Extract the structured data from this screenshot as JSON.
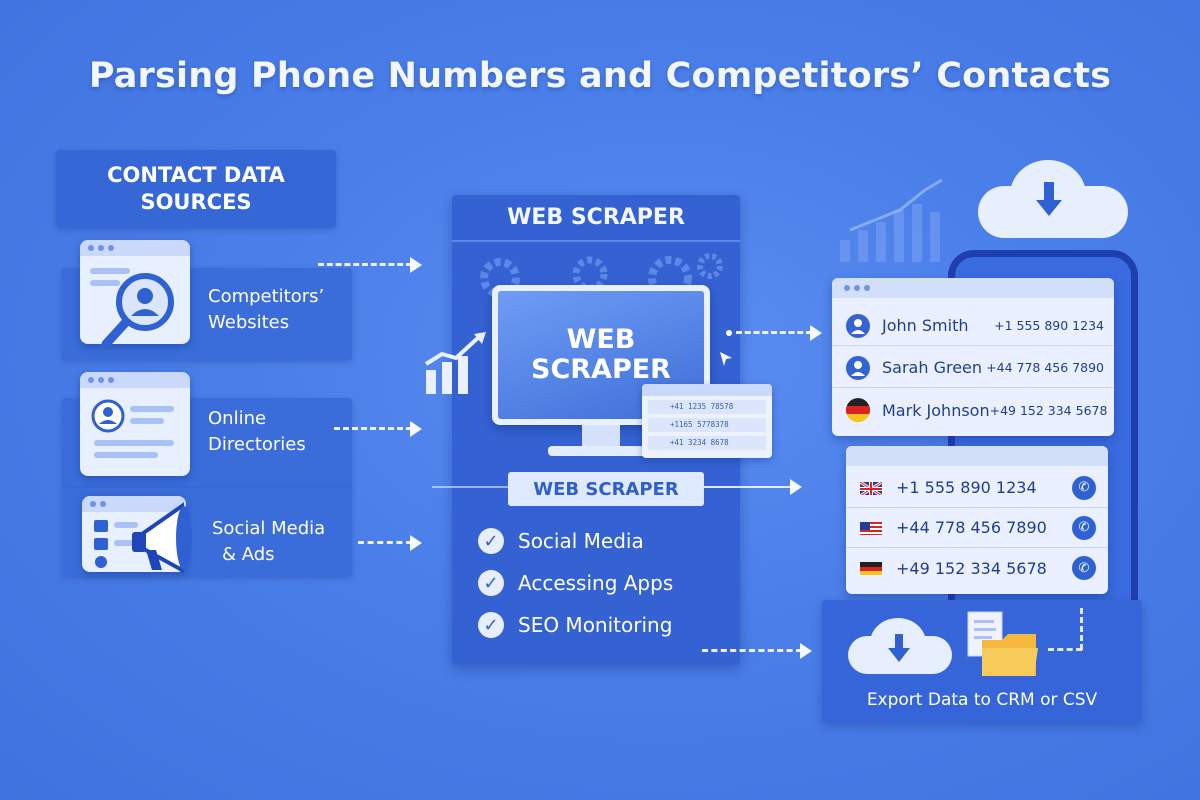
{
  "title": "Parsing Phone Numbers and Competitors’ Contacts",
  "sources": {
    "header": "CONTACT DATA SOURCES",
    "header_line1": "CONTACT DATA",
    "header_line2": "SOURCES",
    "items": [
      {
        "line1": "Competitors’",
        "line2": "Websites",
        "icon": "magnifier-user-icon"
      },
      {
        "line1": "Online",
        "line2": "Directories",
        "icon": "profile-window-icon"
      },
      {
        "line1": "Social Media",
        "line2": "& Ads",
        "icon": "megaphone-icon"
      }
    ]
  },
  "scraper": {
    "title": "WEB SCRAPER",
    "screen_line1": "WEB",
    "screen_line2": "SCRAPER",
    "banner": "WEB SCRAPER",
    "mini_rows": [
      "+41 1235 78578",
      "+1165 5778378",
      "+41 3234 8678"
    ],
    "features": [
      "Social Media",
      "Accessing Apps",
      "SEO Monitoring"
    ]
  },
  "contacts": [
    {
      "name": "John Smith",
      "phone": "+1 555 890 1234",
      "icon": "user-avatar-icon"
    },
    {
      "name": "Sarah Green",
      "phone": "+44 778 456 7890",
      "icon": "user-avatar-icon"
    },
    {
      "name": "Mark Johnson",
      "phone": "+49 152 334 5678",
      "icon": "germany-flag-icon"
    }
  ],
  "phones": [
    {
      "number": "+1 555 890 1234",
      "flag": "uk-flag-icon"
    },
    {
      "number": "+44 778 456 7890",
      "flag": "us-flag-icon"
    },
    {
      "number": "+49 152 334 5678",
      "flag": "germany-flag-icon"
    }
  ],
  "export": {
    "label": "Export Data to CRM or CSV"
  },
  "colors": {
    "background": "#4a7ee8",
    "panel": "#3462d2",
    "card": "#eaf0ff",
    "text_dark": "#1e3f91",
    "accent": "#2f61d3"
  }
}
